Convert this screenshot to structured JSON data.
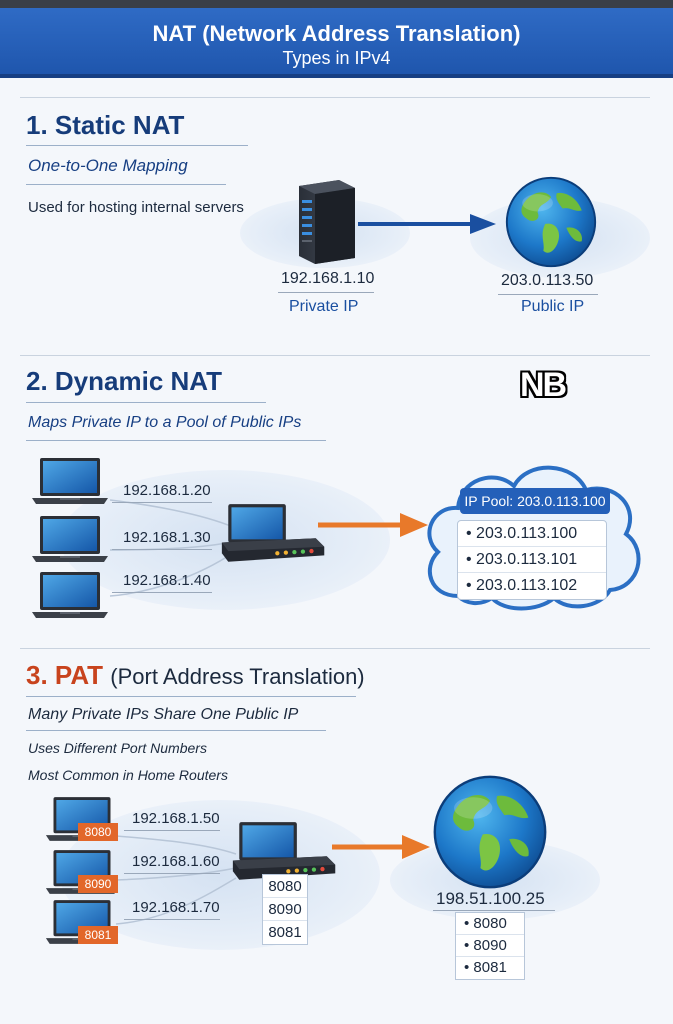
{
  "header": {
    "title_line1": "NAT (Network Address Translation)",
    "title_line2": "Types in IPv4",
    "color": "#2f6bc5"
  },
  "static_nat": {
    "title": "1. Static NAT",
    "subtitle": "One-to-One Mapping",
    "note": "Used for hosting internal servers",
    "private_ip": "192.168.1.10",
    "private_label": "Private IP",
    "public_ip": "203.0.113.50",
    "public_label": "Public IP",
    "device_icon": "server-icon",
    "target_icon": "globe-icon"
  },
  "watermark": "NB",
  "dynamic_nat": {
    "title": "2. Dynamic NAT",
    "subtitle": "Maps Private IP to a Pool of Public IPs",
    "hosts": [
      "192.168.1.20",
      "192.168.1.30",
      "192.168.1.40"
    ],
    "pool_header": "IP Pool: 203.0.113.100",
    "pool": [
      "• 203.0.113.100",
      "• 203.0.113.101",
      "• 203.0.113.102"
    ],
    "arrow_color": "#e8792a"
  },
  "pat": {
    "title_num": "3. PAT",
    "title_sub": "(Port Address Translation)",
    "subtitle": "Many Private IPs Share One Public IP",
    "note1": "Uses Different Port Numbers",
    "note2": "Most Common in Home Routers",
    "hosts": [
      {
        "ip": "192.168.1.50",
        "port": "8080"
      },
      {
        "ip": "192.168.1.60",
        "port": "8090"
      },
      {
        "ip": "192.168.1.70",
        "port": "8081"
      }
    ],
    "router_ports": [
      "8080",
      "8090",
      "8081"
    ],
    "public_ip": "198.51.100.25",
    "public_ports": [
      "• 8080",
      "• 8090",
      "• 8081"
    ]
  }
}
